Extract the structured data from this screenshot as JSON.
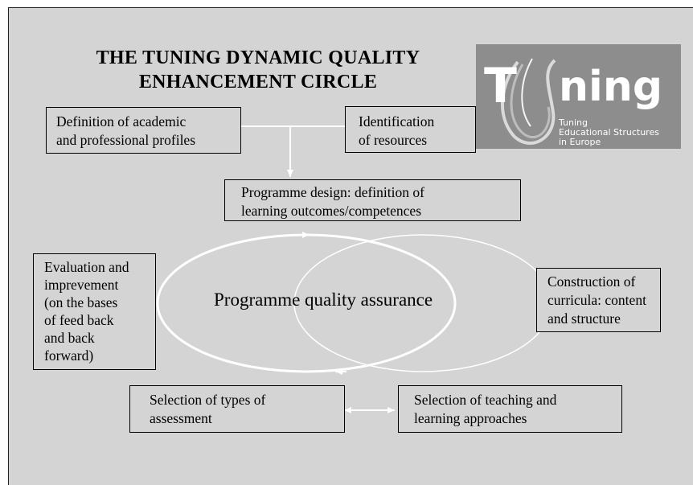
{
  "title": {
    "line1": "THE TUNING DYNAMIC QUALITY",
    "line2": "ENHANCEMENT CIRCLE"
  },
  "logo": {
    "letter_t": "T",
    "word": "ning",
    "subtitle_lines": [
      "Tuning",
      "Educational Structures",
      "in Europe"
    ]
  },
  "boxes": {
    "profiles": [
      "Definition of academic",
      "and professional profiles"
    ],
    "resources": [
      "Identification",
      "of resources"
    ],
    "programme_design": [
      "Programme design: definition of",
      "learning outcomes/competences"
    ],
    "evaluation": [
      "Evaluation and",
      "imprevement",
      "(on the bases",
      "of feed back",
      "and back",
      "forward)"
    ],
    "curricula": [
      "Construction of",
      "curricula: content",
      "and structure"
    ],
    "assessment": [
      "Selection of types of",
      "assessment"
    ],
    "teaching": [
      "Selection of teaching and",
      "learning approaches"
    ]
  },
  "center_label": "Programme quality assurance",
  "colors": {
    "background": "#d4d4d4",
    "logo_background": "#8d8d8d",
    "connector": "#ffffff",
    "border": "#000000"
  }
}
